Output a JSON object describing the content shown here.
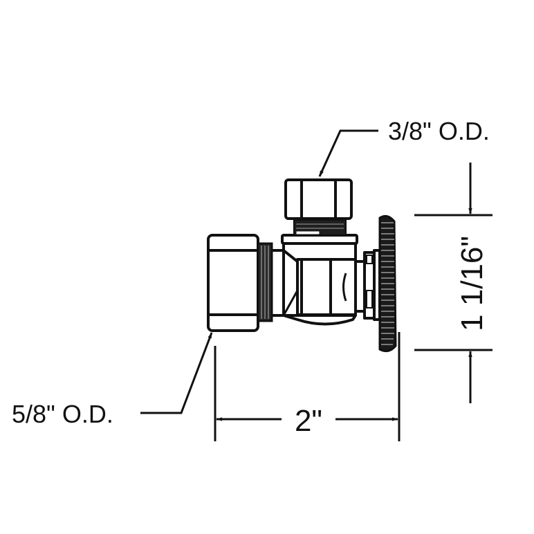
{
  "diagram": {
    "type": "technical-drawing",
    "subject": "angle stop valve with multi-turn handle",
    "colors": {
      "line": "#111111",
      "background": "#ffffff",
      "dark_fill": "#1a1a1a"
    },
    "callouts": {
      "outlet": {
        "label": "3/8\" O.D."
      },
      "inlet": {
        "label": "5/8\" O.D."
      }
    },
    "dimensions": {
      "width": {
        "label": "2\""
      },
      "height": {
        "label": "1 1/16\""
      }
    }
  }
}
